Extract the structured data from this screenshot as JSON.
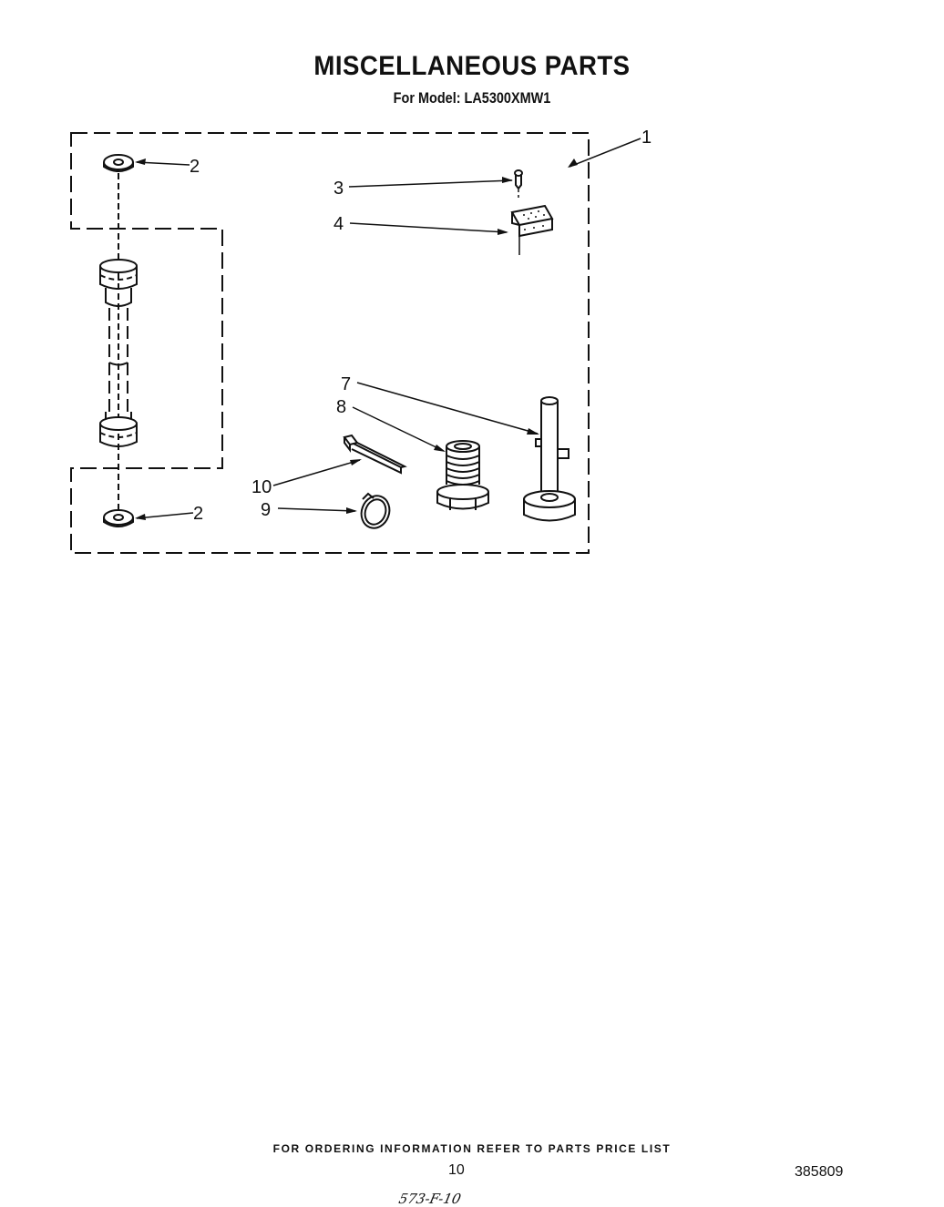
{
  "header": {
    "title": "MISCELLANEOUS PARTS",
    "model_line": "For Model: LA5300XMW1"
  },
  "callouts": {
    "kit": "1",
    "washer_top": "2",
    "washer_bottom": "2",
    "screw": "3",
    "clip": "4",
    "leveling_leg": "7",
    "drain_adapter": "8",
    "clamp": "9",
    "tie_strap": "10"
  },
  "footer": {
    "ordering_note": "FOR ORDERING INFORMATION REFER TO PARTS PRICE LIST",
    "page_number": "10",
    "document_number": "385809",
    "handwritten_code": "573-F-10"
  }
}
